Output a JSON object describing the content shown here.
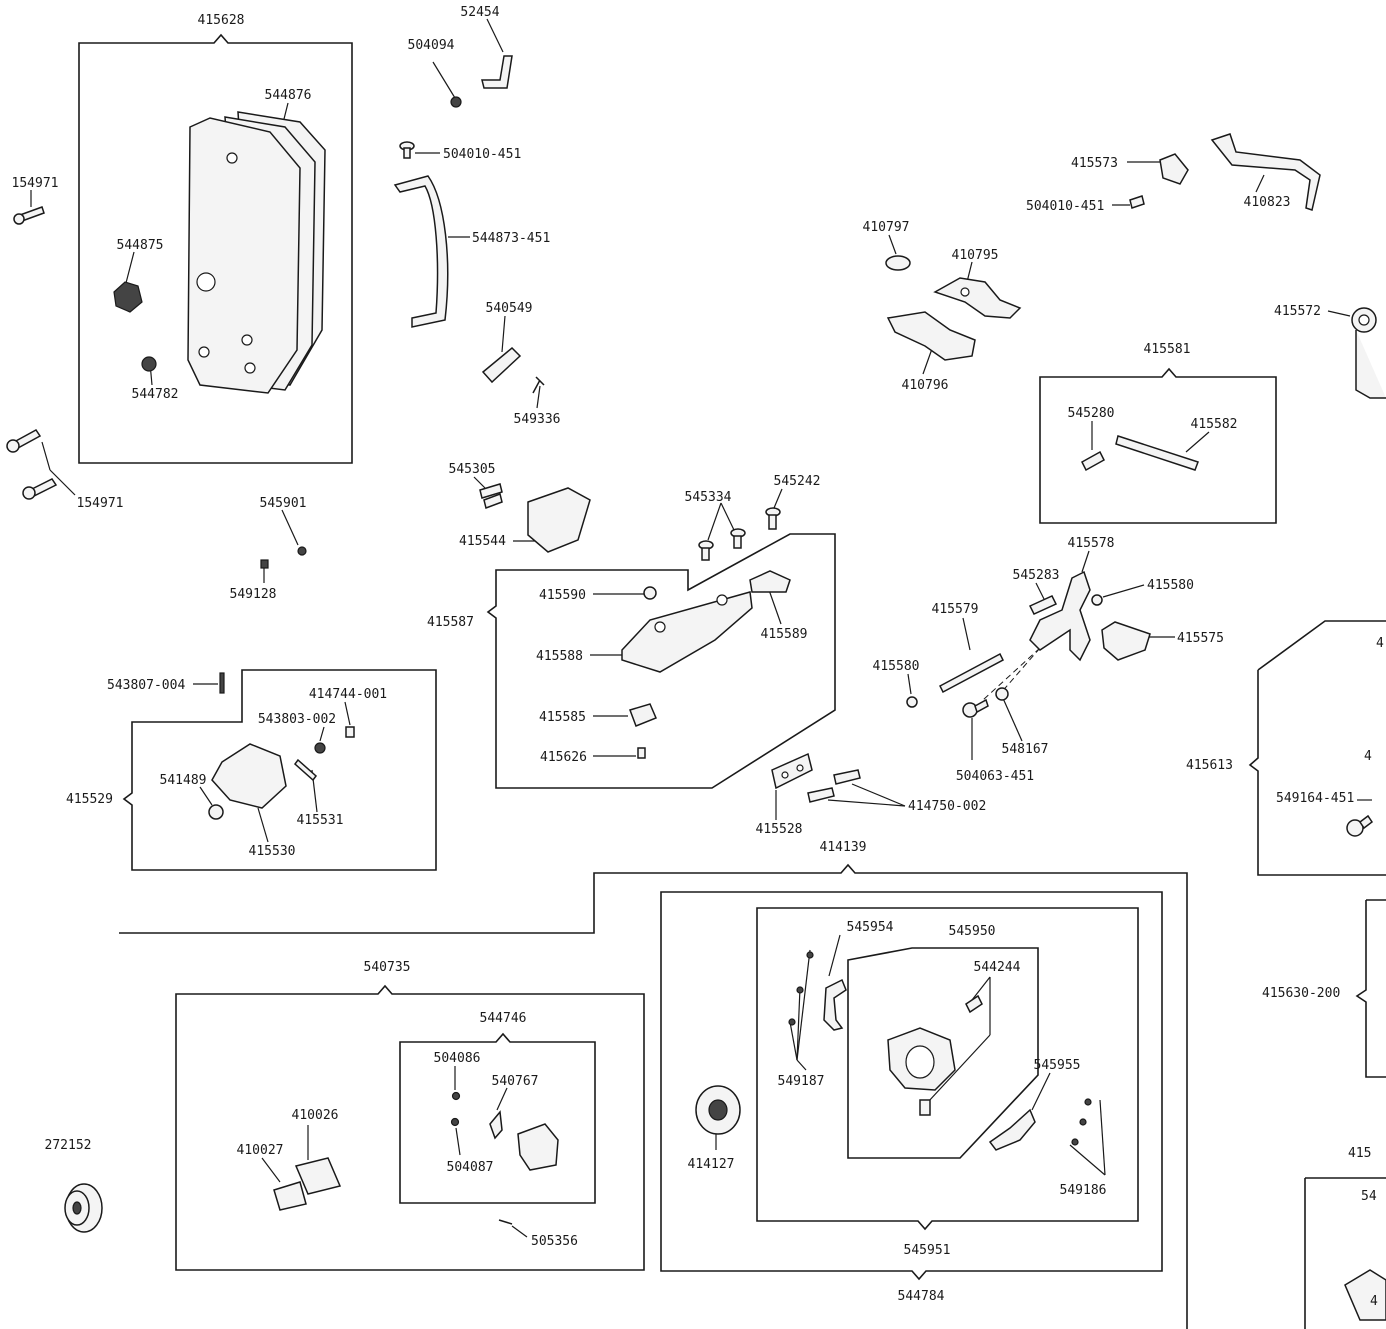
{
  "labels": {
    "p415628": "415628",
    "p52454": "52454",
    "p504094": "504094",
    "p544876": "544876",
    "p504010_451a": "504010-451",
    "p154971a": "154971",
    "p544875": "544875",
    "p544873_451": "544873-451",
    "p544782": "544782",
    "p540549": "540549",
    "p549336": "549336",
    "p154971b": "154971",
    "p545305": "545305",
    "p545901": "545901",
    "p549128": "549128",
    "p415544": "415544",
    "p545334": "545334",
    "p545242": "545242",
    "p415590": "415590",
    "p415589": "415589",
    "p415587": "415587",
    "p415588": "415588",
    "p415585": "415585",
    "p415626": "415626",
    "p415573": "415573",
    "p410823": "410823",
    "p504010_451b": "504010-451",
    "p410797": "410797",
    "p410795": "410795",
    "p410796": "410796",
    "p415572": "415572",
    "p415581": "415581",
    "p545280": "545280",
    "p415582": "415582",
    "p415578": "415578",
    "p545283": "545283",
    "p415580a": "415580",
    "p415579": "415579",
    "p415575": "415575",
    "p415580b": "415580",
    "p548167": "548167",
    "p504063_451": "504063-451",
    "p415528": "415528",
    "p414750_002": "414750-002",
    "p543807_004": "543807-004",
    "p414744_001": "414744-001",
    "p543803_002": "543803-002",
    "p541489": "541489",
    "p415529": "415529",
    "p415531": "415531",
    "p415530": "415530",
    "p414139": "414139",
    "p415613": "415613",
    "p549164_451": "549164-451",
    "p540735": "540735",
    "p544746": "544746",
    "p545954": "545954",
    "p545950": "545950",
    "p544244": "544244",
    "p415630_200": "415630-200",
    "p504086": "504086",
    "p540767": "540767",
    "p549187": "549187",
    "p545955": "545955",
    "p272152": "272152",
    "p410026": "410026",
    "p410027": "410027",
    "p504087": "504087",
    "p414127": "414127",
    "p549186": "549186",
    "p505356": "505356",
    "p545951": "545951",
    "p544784": "544784",
    "p415_cut": "415",
    "p54_cut": "54",
    "p4_cut_a": "4",
    "p4_cut_b": "4",
    "p4_cut_c": "4"
  }
}
